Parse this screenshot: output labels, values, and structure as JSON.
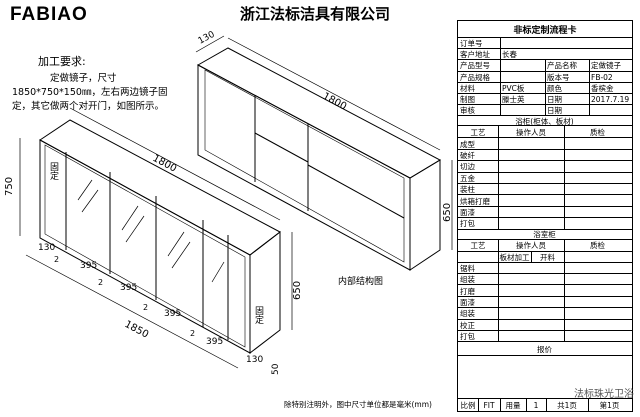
{
  "header": {
    "logo": "FABIAO",
    "company": "浙江法标洁具有限公司"
  },
  "requirements": {
    "title": "加工要求:",
    "lines": [
      "定做镜子，尺寸",
      "1850*750*150㎜，左右两边镜子固",
      "定，其它做两个对开门，如图所示。"
    ]
  },
  "drawing": {
    "front": {
      "width_top": "1800",
      "height": "750",
      "left_fixed": "固定",
      "right_fixed": "固定",
      "left_depth": "130",
      "right_depth": "130",
      "right_height": "650",
      "right_small": "50",
      "total_width": "1850",
      "panel_widths": [
        "395",
        "395",
        "395",
        "395"
      ],
      "gap": "2"
    },
    "internal": {
      "depth": "130",
      "width": "1800",
      "height": "650",
      "caption": "内部结构图"
    },
    "footnote": "除特别注明外，图中尺寸单位都是毫米(mm)"
  },
  "form": {
    "title": "非标定制流程卡",
    "rows": [
      {
        "label": "订单号",
        "value": ""
      },
      {
        "label": "客户地址",
        "value": "长春"
      },
      {
        "label": "产品型号",
        "value": "",
        "label2": "产品名称",
        "value2": "定做镜子"
      },
      {
        "label": "产品规格",
        "value": "",
        "label2": "版本号",
        "value2": "FB-02"
      },
      {
        "label": "材料",
        "value": "PVC板",
        "label2": "颜色",
        "value2": "香槟金"
      },
      {
        "label": "制图",
        "value": "滕士英",
        "label2": "日期",
        "value2": "2017.7.19"
      },
      {
        "label": "审核",
        "value": "",
        "label2": "日期",
        "value2": ""
      }
    ],
    "section1": "浴柜(柜体、板材)",
    "process_header": [
      "工艺",
      "操作人员",
      "质检"
    ],
    "process1": [
      "成型",
      "破纤",
      "切边",
      "五金",
      "装柱",
      "烘箱打磨",
      "面漆",
      "打包"
    ],
    "section2": "浴室柜",
    "process_header2": [
      "工艺",
      "操作人员",
      "质检"
    ],
    "sub_header": [
      "板材加工",
      "开料"
    ],
    "process2": [
      "锯料",
      "组装",
      "打磨",
      "面漆",
      "组装",
      "校正",
      "打包"
    ],
    "quote": "报价",
    "footer": {
      "scale_label": "比例",
      "scale_value": "FIT",
      "qty_label": "用量",
      "qty_value": "1",
      "total_label": "共1页",
      "page_label": "第1页"
    }
  },
  "watermark": "法标珠光卫浴"
}
